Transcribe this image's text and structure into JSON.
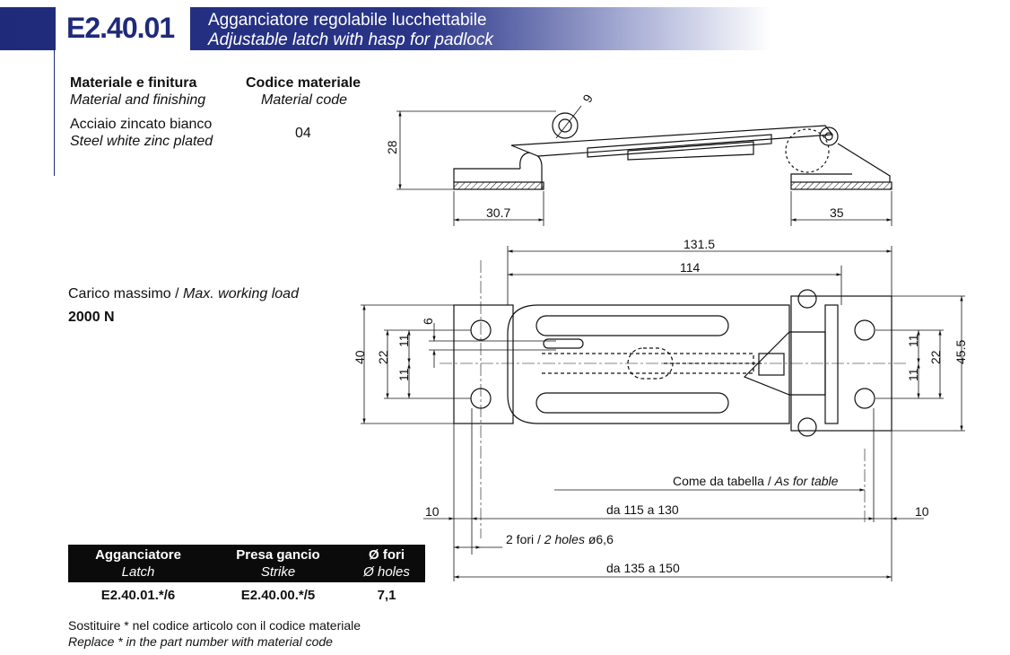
{
  "header": {
    "code": "E2.40.01",
    "title_it": "Agganciatore regolabile lucchettabile",
    "title_en": "Adjustable latch with hasp for padlock"
  },
  "material": {
    "label_it": "Materiale e finitura",
    "label_en": "Material and finishing",
    "value_it": "Acciaio zincato bianco",
    "value_en": "Steel white zinc plated"
  },
  "code_col": {
    "label_it": "Codice materiale",
    "label_en": "Material code",
    "value": "04"
  },
  "load": {
    "label_it": "Carico massimo / ",
    "label_en": "Max. working load",
    "value": "2000 N"
  },
  "table": {
    "headers": [
      {
        "it": "Agganciatore",
        "en": "Latch"
      },
      {
        "it": "Presa gancio",
        "en": "Strike"
      },
      {
        "it": "Ø fori",
        "en": "Ø holes"
      }
    ],
    "row": [
      "E2.40.01.*/6",
      "E2.40.00.*/5",
      "7,1"
    ]
  },
  "note": {
    "it": "Sostituire * nel codice articolo con il codice materiale",
    "en": "Replace * in the part number with material code"
  },
  "dims": {
    "d9": "9",
    "d28": "28",
    "d30_7": "30.7",
    "d35": "35",
    "d131_5": "131.5",
    "d114": "114",
    "d6": "6",
    "d40": "40",
    "d22": "22",
    "d11": "11",
    "d45_5": "45.5",
    "as_table_it": "Come da tabella / ",
    "as_table_en": "As for table",
    "d10": "10",
    "range_115_130": "da 115 a 130",
    "holes_it": "2 fori / ",
    "holes_en": "2 holes",
    "holes_dia": "ø6,6",
    "range_135_150": "da 135 a 150"
  },
  "colors": {
    "brand": "#1f2a7a"
  }
}
